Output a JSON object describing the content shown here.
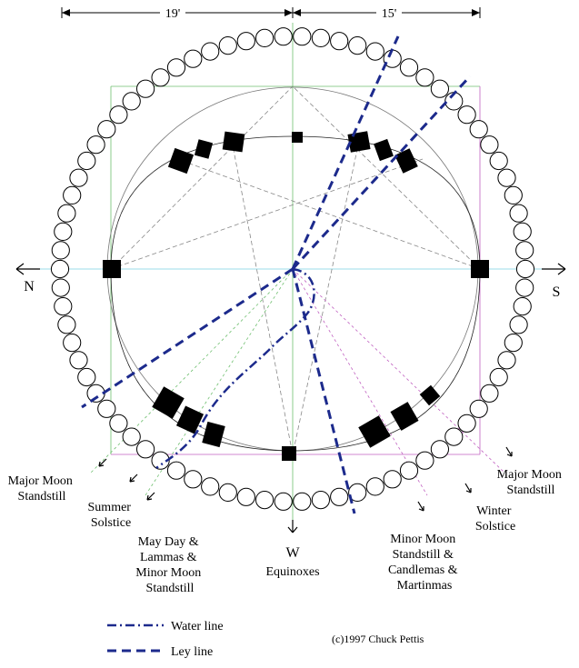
{
  "dimensions": {
    "left": "19'",
    "right": "15'"
  },
  "compass": {
    "north": "N",
    "south": "S",
    "west": "W"
  },
  "alignments": {
    "major_moon_left": [
      "Major Moon",
      "Standstill"
    ],
    "summer_solstice": [
      "Summer",
      "Solstice"
    ],
    "may_day": [
      "May Day &",
      "Lammas &",
      "Minor Moon",
      "Standstill"
    ],
    "equinoxes": "Equinoxes",
    "minor_moon_right": [
      "Minor Moon",
      "Standstill &",
      "Candlemas &",
      "Martinmas"
    ],
    "winter_solstice": [
      "Winter",
      "Solstice"
    ],
    "major_moon_right": [
      "Major Moon",
      "Standstill"
    ]
  },
  "legend": {
    "water_line": "Water line",
    "ley_line": "Ley line"
  },
  "credit": "(c)1997 Chuck Pettis",
  "colors": {
    "line_blue": "#1c2a8c",
    "green": "#6fbf6f",
    "cyan": "#7ad3e0",
    "magenta": "#c060c0"
  }
}
